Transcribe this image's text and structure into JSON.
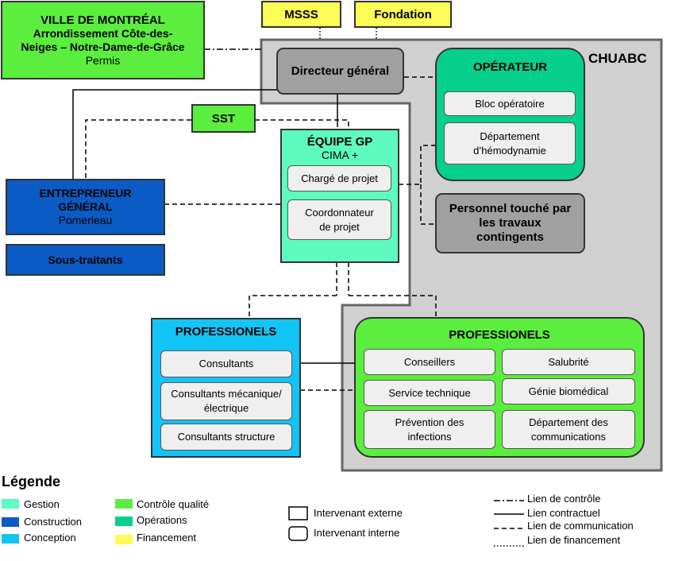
{
  "colors": {
    "gestion": "#5dfbc0",
    "construction": "#0b5bc4",
    "conception": "#13c4f6",
    "controle_qualite": "#5cee3e",
    "operations": "#07cf8c",
    "financement": "#fdfb55",
    "gris_fonce": "#a0a0a0",
    "gris_clair": "#d0d0d0"
  },
  "ville": {
    "title": "VILLE DE MONTRÉAL",
    "line1": "Arrondissement Côte-des-",
    "line2": "Neiges – Notre-Dame-de-Grâce",
    "sub": "Permis"
  },
  "mssss": "MSSS",
  "fondation": "Fondation",
  "chuabc": "CHUABC",
  "directeur": "Directeur général",
  "operateur": {
    "title": "OPÉRATEUR",
    "items": [
      "Bloc opératoire",
      "Département d’hémodynamie"
    ]
  },
  "personnel": "Personnel touché par les travaux contingents",
  "sst": "SST",
  "equipe": {
    "title": "ÉQUIPE GP",
    "sub": "CIMA +",
    "items": [
      "Chargé de projet",
      "Coordonnateur de projet"
    ]
  },
  "entrepreneur": {
    "title1": "ENTREPRENEUR",
    "title2": "GÉNÉRAL",
    "sub": "Pomerleau"
  },
  "sous_traitants": "Sous-traitants",
  "prof_externe": {
    "title": "PROFESSIONELS",
    "items": [
      "Consultants",
      "Consultants mécanique/électrique",
      "Consultants structure"
    ]
  },
  "prof_interne": {
    "title": "PROFESSIONELS",
    "items": [
      "Conseillers",
      "Salubrité",
      "Service technique",
      "Génie biomédical",
      "Prévention des infections",
      "Département des communications"
    ]
  },
  "legende": {
    "title": "Légende",
    "colors": [
      "Gestion",
      "Construction",
      "Conception",
      "Contrôle qualité",
      "Opérations",
      "Financement"
    ],
    "shapes": [
      "Intervenant externe",
      "Intervenant interne"
    ],
    "lines": [
      "Lien de contrôle",
      "Lien contractuel",
      "Lien de communication",
      "Lien de financement"
    ]
  }
}
